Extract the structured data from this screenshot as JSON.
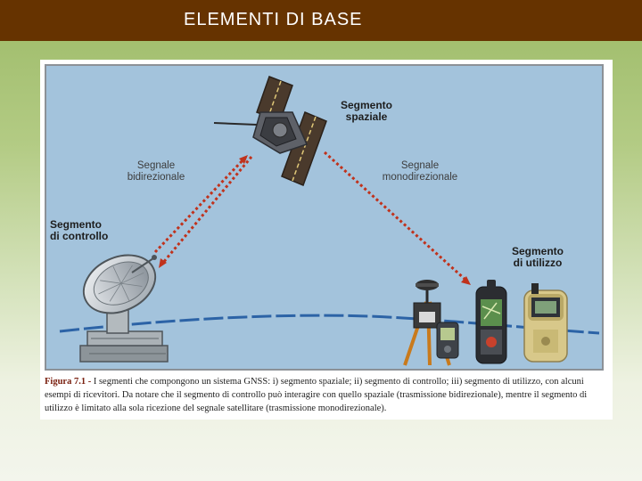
{
  "header": {
    "title": "ELEMENTI DI BASE"
  },
  "diagram": {
    "labels": {
      "space_segment": [
        "Segmento",
        "spaziale"
      ],
      "bidirectional_signal": [
        "Segnale",
        "bidirezionale"
      ],
      "unidirectional_signal": [
        "Segnale",
        "monodirezionale"
      ],
      "control_segment": [
        "Segmento",
        "di controllo"
      ],
      "user_segment": [
        "Segmento",
        "di utilizzo"
      ]
    }
  },
  "caption": {
    "figure_ref": "Figura 7.1 -",
    "text": "I segmenti che compongono un sistema GNSS: i) segmento spaziale; ii) segmento di controllo; iii) segmento di utilizzo, con alcuni esempi di ricevitori. Da notare che il segmento di controllo può interagire con quello spaziale (trasmissione bidirezionale), mentre il segmento di utilizzo è limitato alla sola ricezione del segnale satellitare (trasmissione monodirezionale)."
  }
}
